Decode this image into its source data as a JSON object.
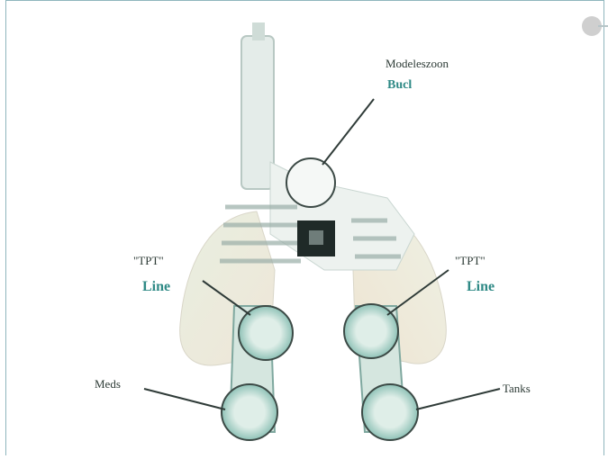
{
  "labels": {
    "top_line1": "Modeleszoon",
    "top_line2": "Bucl",
    "left_mid_line1": "\"TPT\"",
    "left_mid_line2": "Line",
    "right_mid_line1": "\"TPT\"",
    "right_mid_line2": "Line",
    "bottom_left": "Meds",
    "bottom_right": "Tanks"
  },
  "colors": {
    "accent_teal": "#2f8a86",
    "label_dark": "#2d3b36",
    "frame_border": "#8fb6bd"
  },
  "icons": {
    "corner": "gray-circle-icon"
  }
}
